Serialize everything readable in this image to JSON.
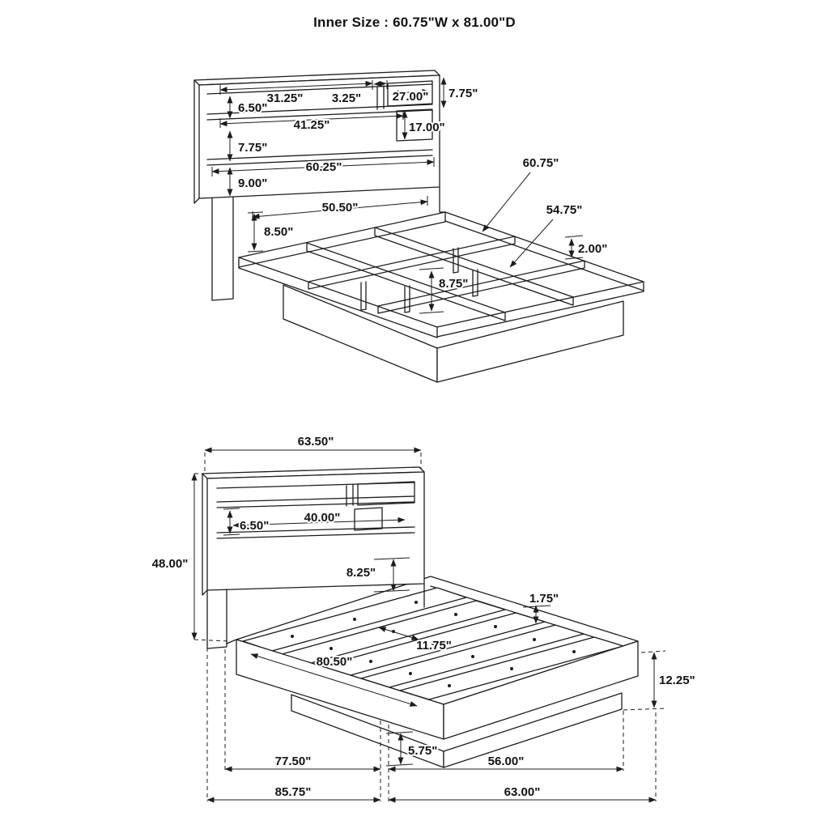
{
  "title": "Inner Size : 60.75\"W x 81.00\"D",
  "top_view": {
    "name": "bed-frame-perspective-with-headboard-shelf-dimensions",
    "labels": [
      "6.50\"",
      "31.25\"",
      "3.25\"",
      "27.00\"",
      "7.75\"",
      "17.00\"",
      "41.25\"",
      "7.75\"",
      "60.25\"",
      "9.00\"",
      "50.50\"",
      "8.50\"",
      "60.75\"",
      "54.75\"",
      "2.00\"",
      "8.75\""
    ]
  },
  "bottom_view": {
    "name": "bed-frame-perspective-with-overall-dimensions",
    "labels": [
      "63.50\"",
      "48.00\"",
      "6.50\"",
      "40.00\"",
      "8.25\"",
      "1.75\"",
      "11.75\"",
      "80.50\"",
      "12.25\"",
      "5.75\"",
      "77.50\"",
      "56.00\"",
      "85.75\"",
      "63.00\""
    ]
  },
  "colors": {
    "line": "#1c1c1c",
    "background": "#ffffff"
  }
}
